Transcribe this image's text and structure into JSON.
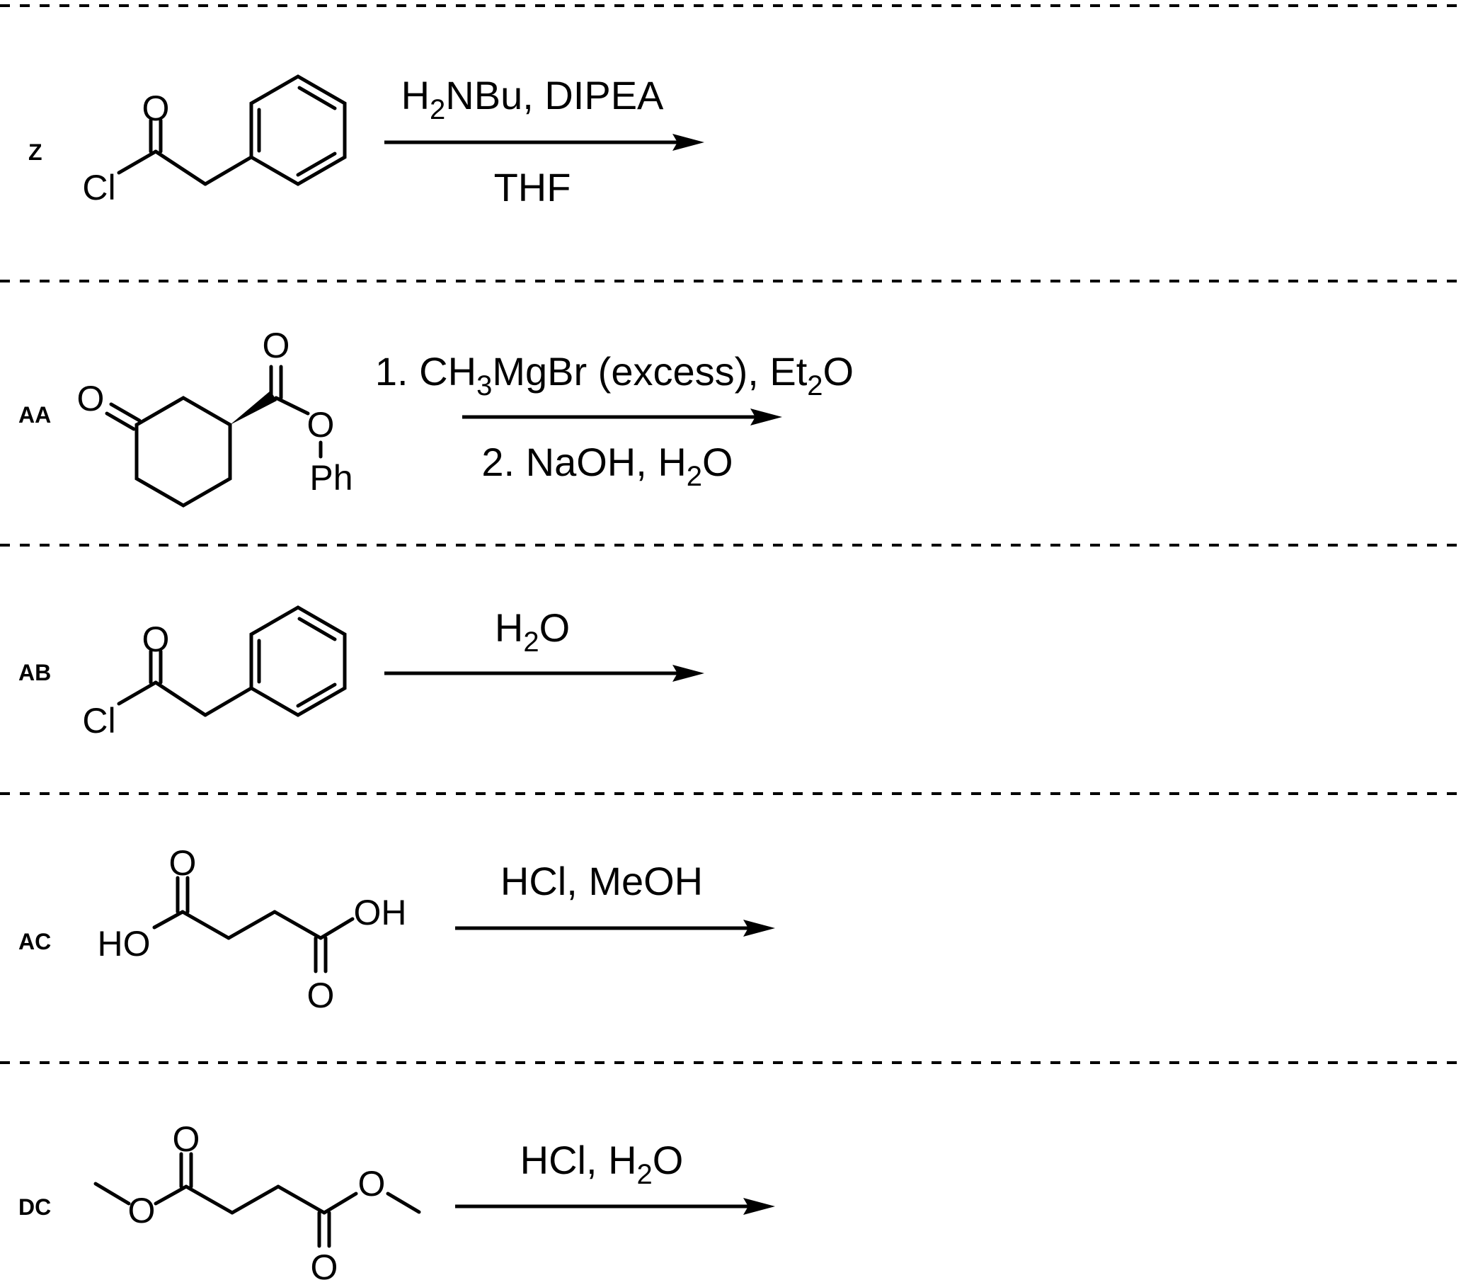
{
  "reactions": [
    {
      "label": "Z",
      "atoms": {
        "o": "O",
        "cl": "Cl"
      },
      "conditions": {
        "above": {
          "h": "H",
          "sub": "2",
          "rest": "NBu, DIPEA"
        },
        "below": "THF"
      }
    },
    {
      "label": "AA",
      "atoms": {
        "o_ketone": "O",
        "o_carbonyl": "O",
        "o_ester": "O",
        "ph": "Ph"
      },
      "conditions": {
        "above": {
          "pre": "1. CH",
          "sub1": "3",
          "mid": "MgBr (excess), Et",
          "sub2": "2",
          "post": "O"
        },
        "below": {
          "pre": "2. NaOH, H",
          "sub": "2",
          "post": "O"
        }
      }
    },
    {
      "label": "AB",
      "atoms": {
        "o": "O",
        "cl": "Cl"
      },
      "conditions": {
        "above": {
          "pre": "H",
          "sub": "2",
          "post": "O"
        }
      }
    },
    {
      "label": "AC",
      "atoms": {
        "o_top": "O",
        "ho": "HO",
        "oh": "OH",
        "o_bottom": "O"
      },
      "conditions": {
        "above": "HCl, MeOH"
      }
    },
    {
      "label": "DC",
      "atoms": {
        "o_top": "O",
        "o_left": "O",
        "o_right": "O",
        "o_bottom": "O"
      },
      "conditions": {
        "above": {
          "pre": "HCl, H",
          "sub": "2",
          "post": "O"
        }
      }
    }
  ]
}
